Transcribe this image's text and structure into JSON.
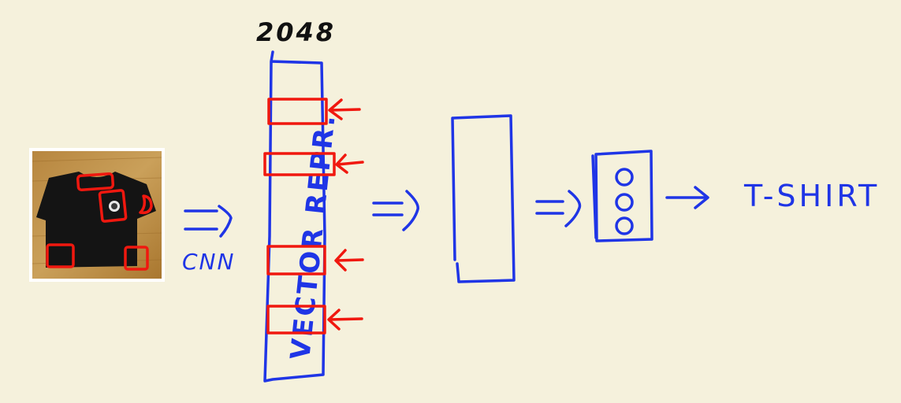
{
  "diagram": {
    "feature_size_label": "2048",
    "extractor_label": "CNN",
    "vector_label": "VECTOR REPR.",
    "output_label": "T-SHIRT",
    "colors": {
      "background": "#f5f1dc",
      "ink_blue": "#1f35e6",
      "ink_red": "#f0180f",
      "ink_black": "#111111"
    },
    "icons": {
      "input_image": "t-shirt-photo",
      "arrows": "double-arrow-icon"
    }
  }
}
